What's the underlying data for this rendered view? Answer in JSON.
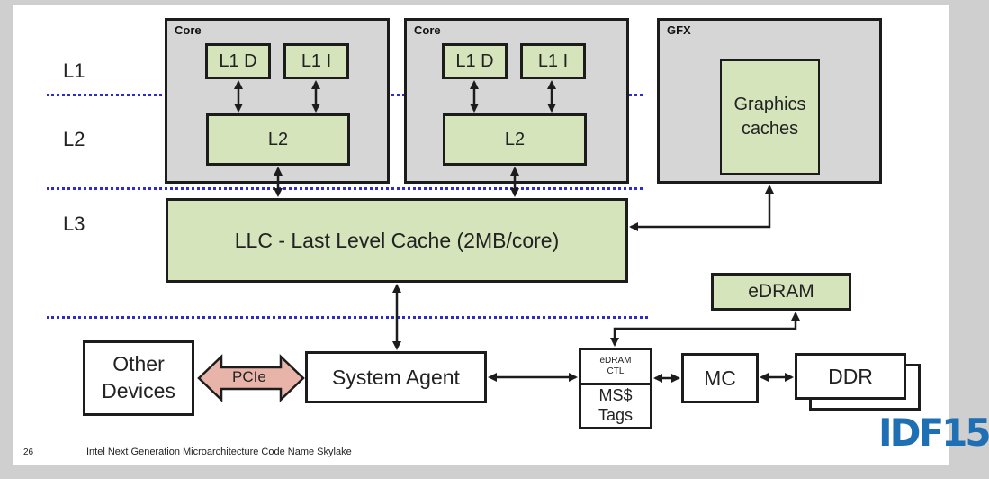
{
  "levels": {
    "l1": "L1",
    "l2": "L2",
    "l3": "L3"
  },
  "core1": {
    "label": "Core",
    "l1d": "L1 D",
    "l1i": "L1 I",
    "l2": "L2"
  },
  "core2": {
    "label": "Core",
    "l1d": "L1 D",
    "l1i": "L1 I",
    "l2": "L2"
  },
  "gfx": {
    "label": "GFX",
    "caches": "Graphics caches"
  },
  "llc": "LLC - Last Level Cache (2MB/core)",
  "edram": "eDRAM",
  "other_devices": "Other Devices",
  "pcie": "PCIe",
  "system_agent": "System Agent",
  "edram_ctl": "eDRAM CTL",
  "ms_tags": "MS$ Tags",
  "mc": "MC",
  "ddr": "DDR",
  "footer": {
    "page_number": "26",
    "caption": "Intel Next Generation Microarchitecture Code Name Skylake"
  },
  "logo": "IDF15",
  "colors": {
    "cache_green": "#d6e4bc",
    "core_grey": "#d6d6d6",
    "divider_blue": "#2b2bd0",
    "pcie_pink": "#e8b4aa",
    "logo_blue": "#1f6fb5"
  }
}
